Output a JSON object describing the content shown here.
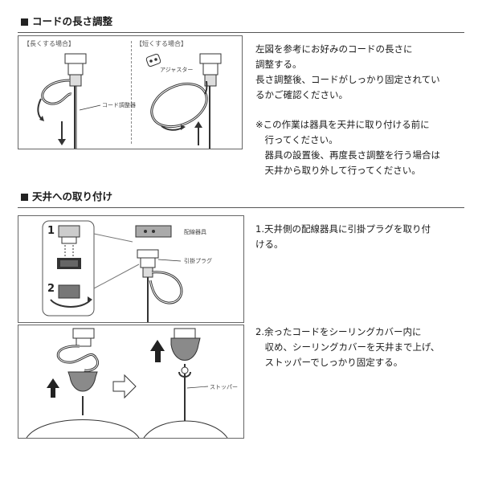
{
  "section1": {
    "title": "コードの長さ調整",
    "caption_long": "【長くする場合】",
    "caption_short": "【短くする場合】",
    "label_cord_adjuster": "コード調整器",
    "label_adjuster": "アジャスター",
    "paragraph1": "左図を参考にお好みのコードの長さに\n調整する。\n長さ調整後、コードがしっかり固定されてい\nるかご確認ください。",
    "paragraph2": "※この作業は器具を天井に取り付ける前に\n　行ってください。\n　器具の設置後、再度長さ調整を行う場合は\n　天井から取り外して行ってください。"
  },
  "section2": {
    "title": "天井への取り付け",
    "step1_num": "1",
    "step2_num": "2",
    "label_ceiling_fixture": "配線器具",
    "label_plug": "引掛プラグ",
    "label_stopper": "ストッパー",
    "step1_text": "1.天井側の配線器具に引掛プラグを取り付\nける。",
    "step2_text": "2.余ったコードをシーリングカバー内に\n　収め、シーリングカバーを天井まで上げ、\n　ストッパーでしっかり固定する。"
  }
}
